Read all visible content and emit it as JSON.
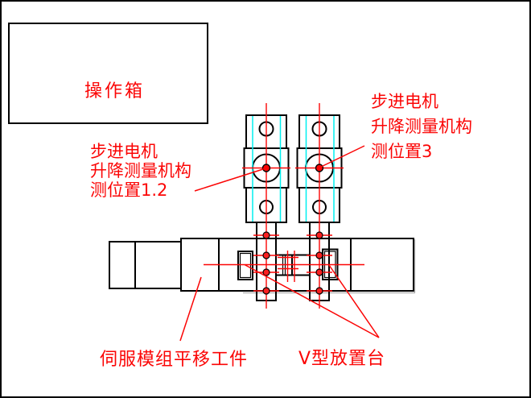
{
  "diagram": {
    "title_none": "",
    "labels": {
      "operation_box": "操作箱",
      "left_mechanism": {
        "line1": "步进电机",
        "line2": "升降测量机构",
        "line3": "测位置1.2"
      },
      "right_mechanism": {
        "line1": "步进电机",
        "line2": "升降测量机构",
        "line3": "测位置3"
      },
      "servo_module": "伺服模组平移工件",
      "v_block": "V型放置台"
    },
    "colors": {
      "annotation_red": "#fb0505",
      "guide_cyan": "#00efef",
      "outline_black": "#000000",
      "background": "#ffffff"
    }
  }
}
